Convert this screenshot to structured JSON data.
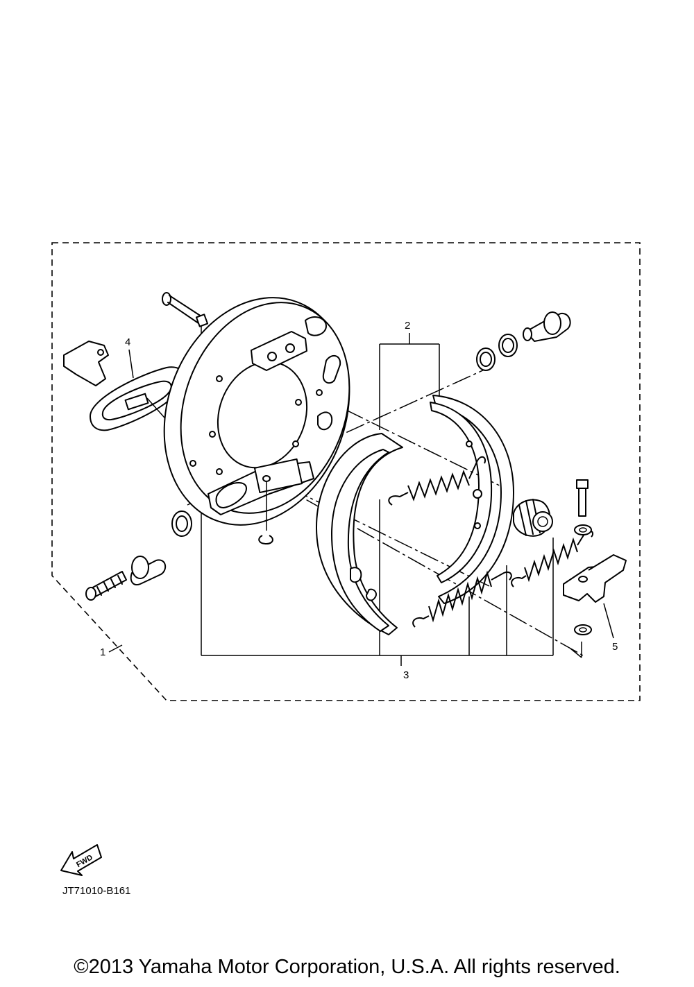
{
  "callouts": {
    "c1": "1",
    "c2": "2",
    "c3": "3",
    "c4": "4",
    "c5": "5"
  },
  "fwd_label": "FWD",
  "diagram_code": "JT71010-B161",
  "copyright": "©2013 Yamaha Motor Corporation, U.S.A. All rights reserved."
}
